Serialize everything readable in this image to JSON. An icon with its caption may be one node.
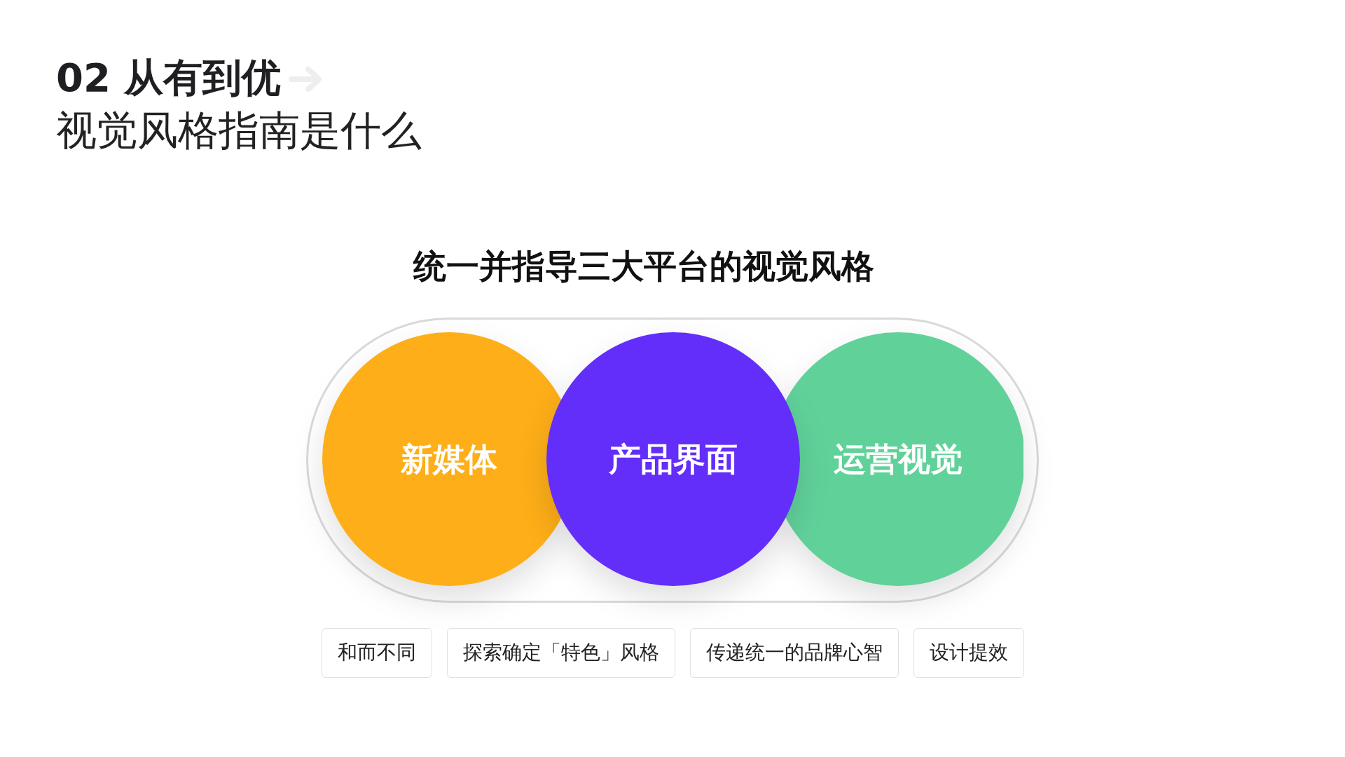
{
  "diagram": {
    "title": "02 从有到优",
    "nodes": [
      {
        "text": [
          "统一并指导三大平台的视觉风格"
        ]
      },
      {
        "text": [
          "新媒体"
        ],
        "in": 0
      },
      {
        "text": [
          "产品界面"
        ],
        "in": 0
      },
      {
        "text": [
          "运营视觉"
        ],
        "in": 0
      },
      {
        "text": [
          "和而不同"
        ]
      },
      {
        "text": [
          "探索确定「特色」风格"
        ]
      },
      {
        "text": [
          "传递统一的品牌心智"
        ]
      },
      {
        "text": [
          "设计提效"
        ]
      }
    ],
    "labels": [
      "视觉风格指南是什么"
    ]
  }
}
